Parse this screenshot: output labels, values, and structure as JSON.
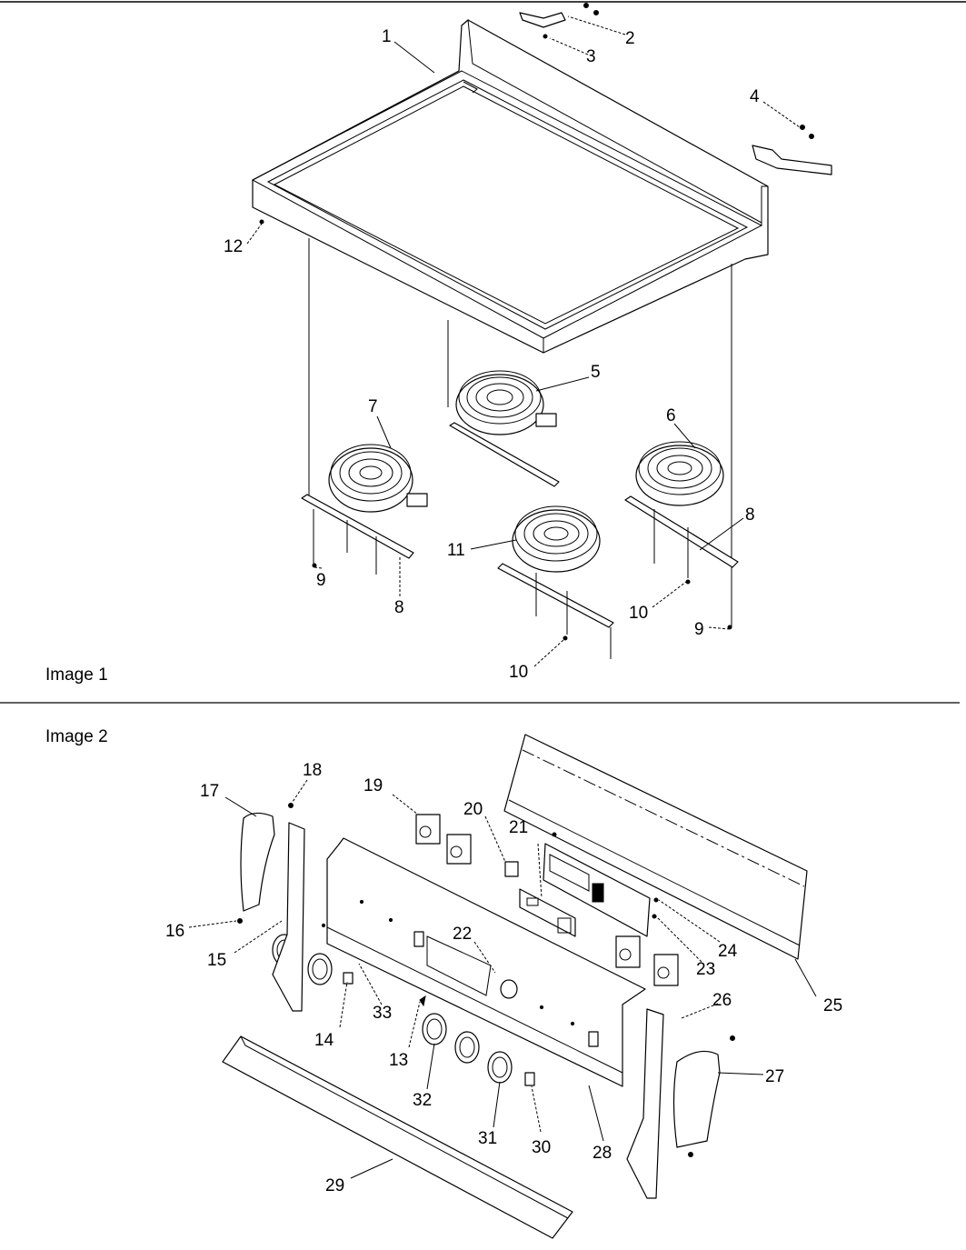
{
  "sections": [
    {
      "id": "image-1",
      "label": "Image 1"
    },
    {
      "id": "image-2",
      "label": "Image 2"
    }
  ],
  "callouts": [
    "1",
    "2",
    "3",
    "4",
    "5",
    "6",
    "7",
    "8",
    "8",
    "9",
    "9",
    "10",
    "10",
    "11",
    "12",
    "13",
    "14",
    "15",
    "16",
    "17",
    "18",
    "19",
    "20",
    "21",
    "22",
    "23",
    "24",
    "25",
    "26",
    "27",
    "28",
    "29",
    "30",
    "31",
    "32",
    "33"
  ]
}
